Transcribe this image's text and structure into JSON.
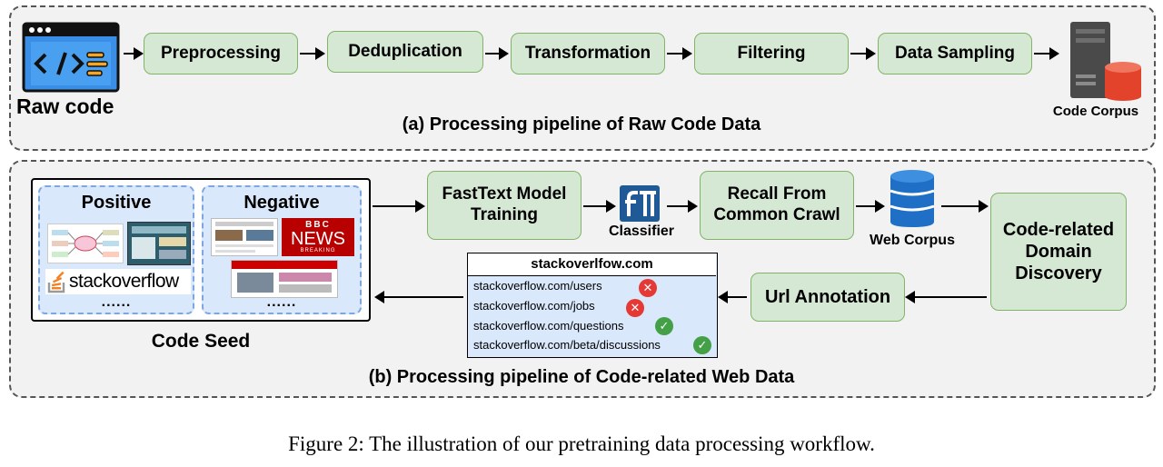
{
  "panel_a": {
    "raw_code_label": "Raw code",
    "steps": [
      "Preprocessing",
      "Deduplication",
      "Transformation",
      "Filtering",
      "Data Sampling"
    ],
    "code_corpus_label": "Code Corpus",
    "caption": "(a) Processing pipeline of Raw Code Data"
  },
  "panel_b": {
    "seed": {
      "positive_label": "Positive",
      "negative_label": "Negative",
      "dots": "......",
      "stack_logo": "stackoverflow",
      "bbc_logo_top": "BBC",
      "bbc_logo_news": "NEWS",
      "bbc_logo_breaking": "BREAKING",
      "label": "Code Seed"
    },
    "fasttext_training": "FastText Model Training",
    "classifier_label": "Classifier",
    "recall": "Recall From Common Crawl",
    "web_corpus_label": "Web Corpus",
    "domain_discovery": "Code-related Domain Discovery",
    "url_annotation": "Url Annotation",
    "url_table": {
      "header": "stackoverlfow.com",
      "rows": [
        {
          "url": "stackoverflow.com/users",
          "status": "reject"
        },
        {
          "url": "stackoverflow.com/jobs",
          "status": "reject"
        },
        {
          "url": "stackoverflow.com/questions",
          "status": "accept"
        },
        {
          "url": "stackoverflow.com/beta/discussions",
          "status": "accept"
        }
      ]
    },
    "caption": "(b) Processing pipeline of Code-related Web Data"
  },
  "figure_caption": "Figure 2: The illustration of our pretraining data processing workflow.",
  "colors": {
    "green_fill": "#d5e8d4",
    "green_border": "#82b366",
    "blue_fill": "#dae8fc",
    "panel_fill": "#f2f2f2",
    "reject": "#e53935",
    "accept": "#43a047",
    "db_blue": "#1e6fc5",
    "corpus_red": "#e2432a"
  },
  "icons": [
    "code-window-icon",
    "server-database-icon",
    "fasttext-icon",
    "database-icon",
    "stackoverflow-icon",
    "cross-icon",
    "check-icon"
  ]
}
